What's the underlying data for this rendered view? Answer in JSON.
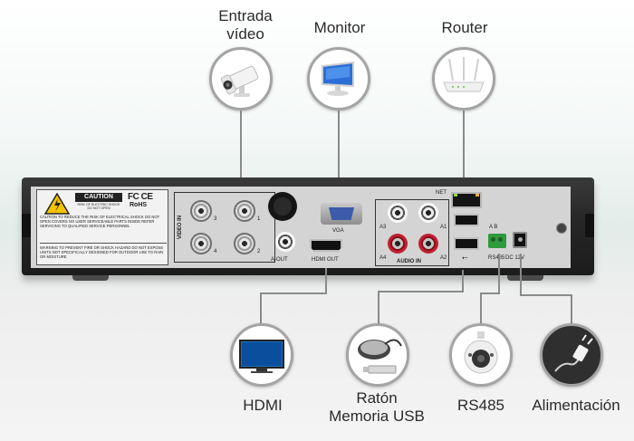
{
  "labels": {
    "video_in_line1": "Entrada",
    "video_in_line2": "vídeo",
    "monitor": "Monitor",
    "router": "Router",
    "hdmi": "HDMI",
    "mouse_line1": "Ratón",
    "mouse_line2": "Memoria USB",
    "rs485": "RS485",
    "power": "Alimentación"
  },
  "icons": [
    "bullet-camera-icon",
    "monitor-icon",
    "router-icon",
    "hdmi-tv-icon",
    "mouse-usb-icon",
    "ptz-camera-icon",
    "power-plug-icon"
  ],
  "device": {
    "caution_title": "CAUTION",
    "caution_sub": "RISK OF ELECTRIC SHOCK DO NOT OPEN",
    "fcc": "FC CE",
    "rohs": "RoHS",
    "warning_1": "CAUTION TO REDUCE THE RISK OF ELECTRICAL SHOCK DO NOT OPEN COVERS NO USER SERVICEABLE PARTS INSIDE REFER SERVICING TO QUALIFIED SERVICE PERSONNEL",
    "warning_2": "WARNING TO PREVENT FIRE OR SHOCK HAZARD DO NOT EXPOSE UNITS NOT SPECIFICALLY DESIGNED FOR OUTDOOR USE TO RAIN OR MOISTURE",
    "video_in": "VIDEO IN",
    "ch1": "1",
    "ch2": "2",
    "ch3": "3",
    "ch4": "4",
    "audio_out": "A-OUT",
    "vga": "VGA",
    "hdmi_out": "HDMI OUT",
    "audio_in": "AUDIO IN",
    "a1": "A1",
    "a2": "A2",
    "a3": "A3",
    "a4": "A4",
    "net": "NET",
    "usb_symbol": "⭠",
    "rs485_ab": "A  B",
    "rs485": "RS485",
    "dc12v": "DC 12V"
  }
}
